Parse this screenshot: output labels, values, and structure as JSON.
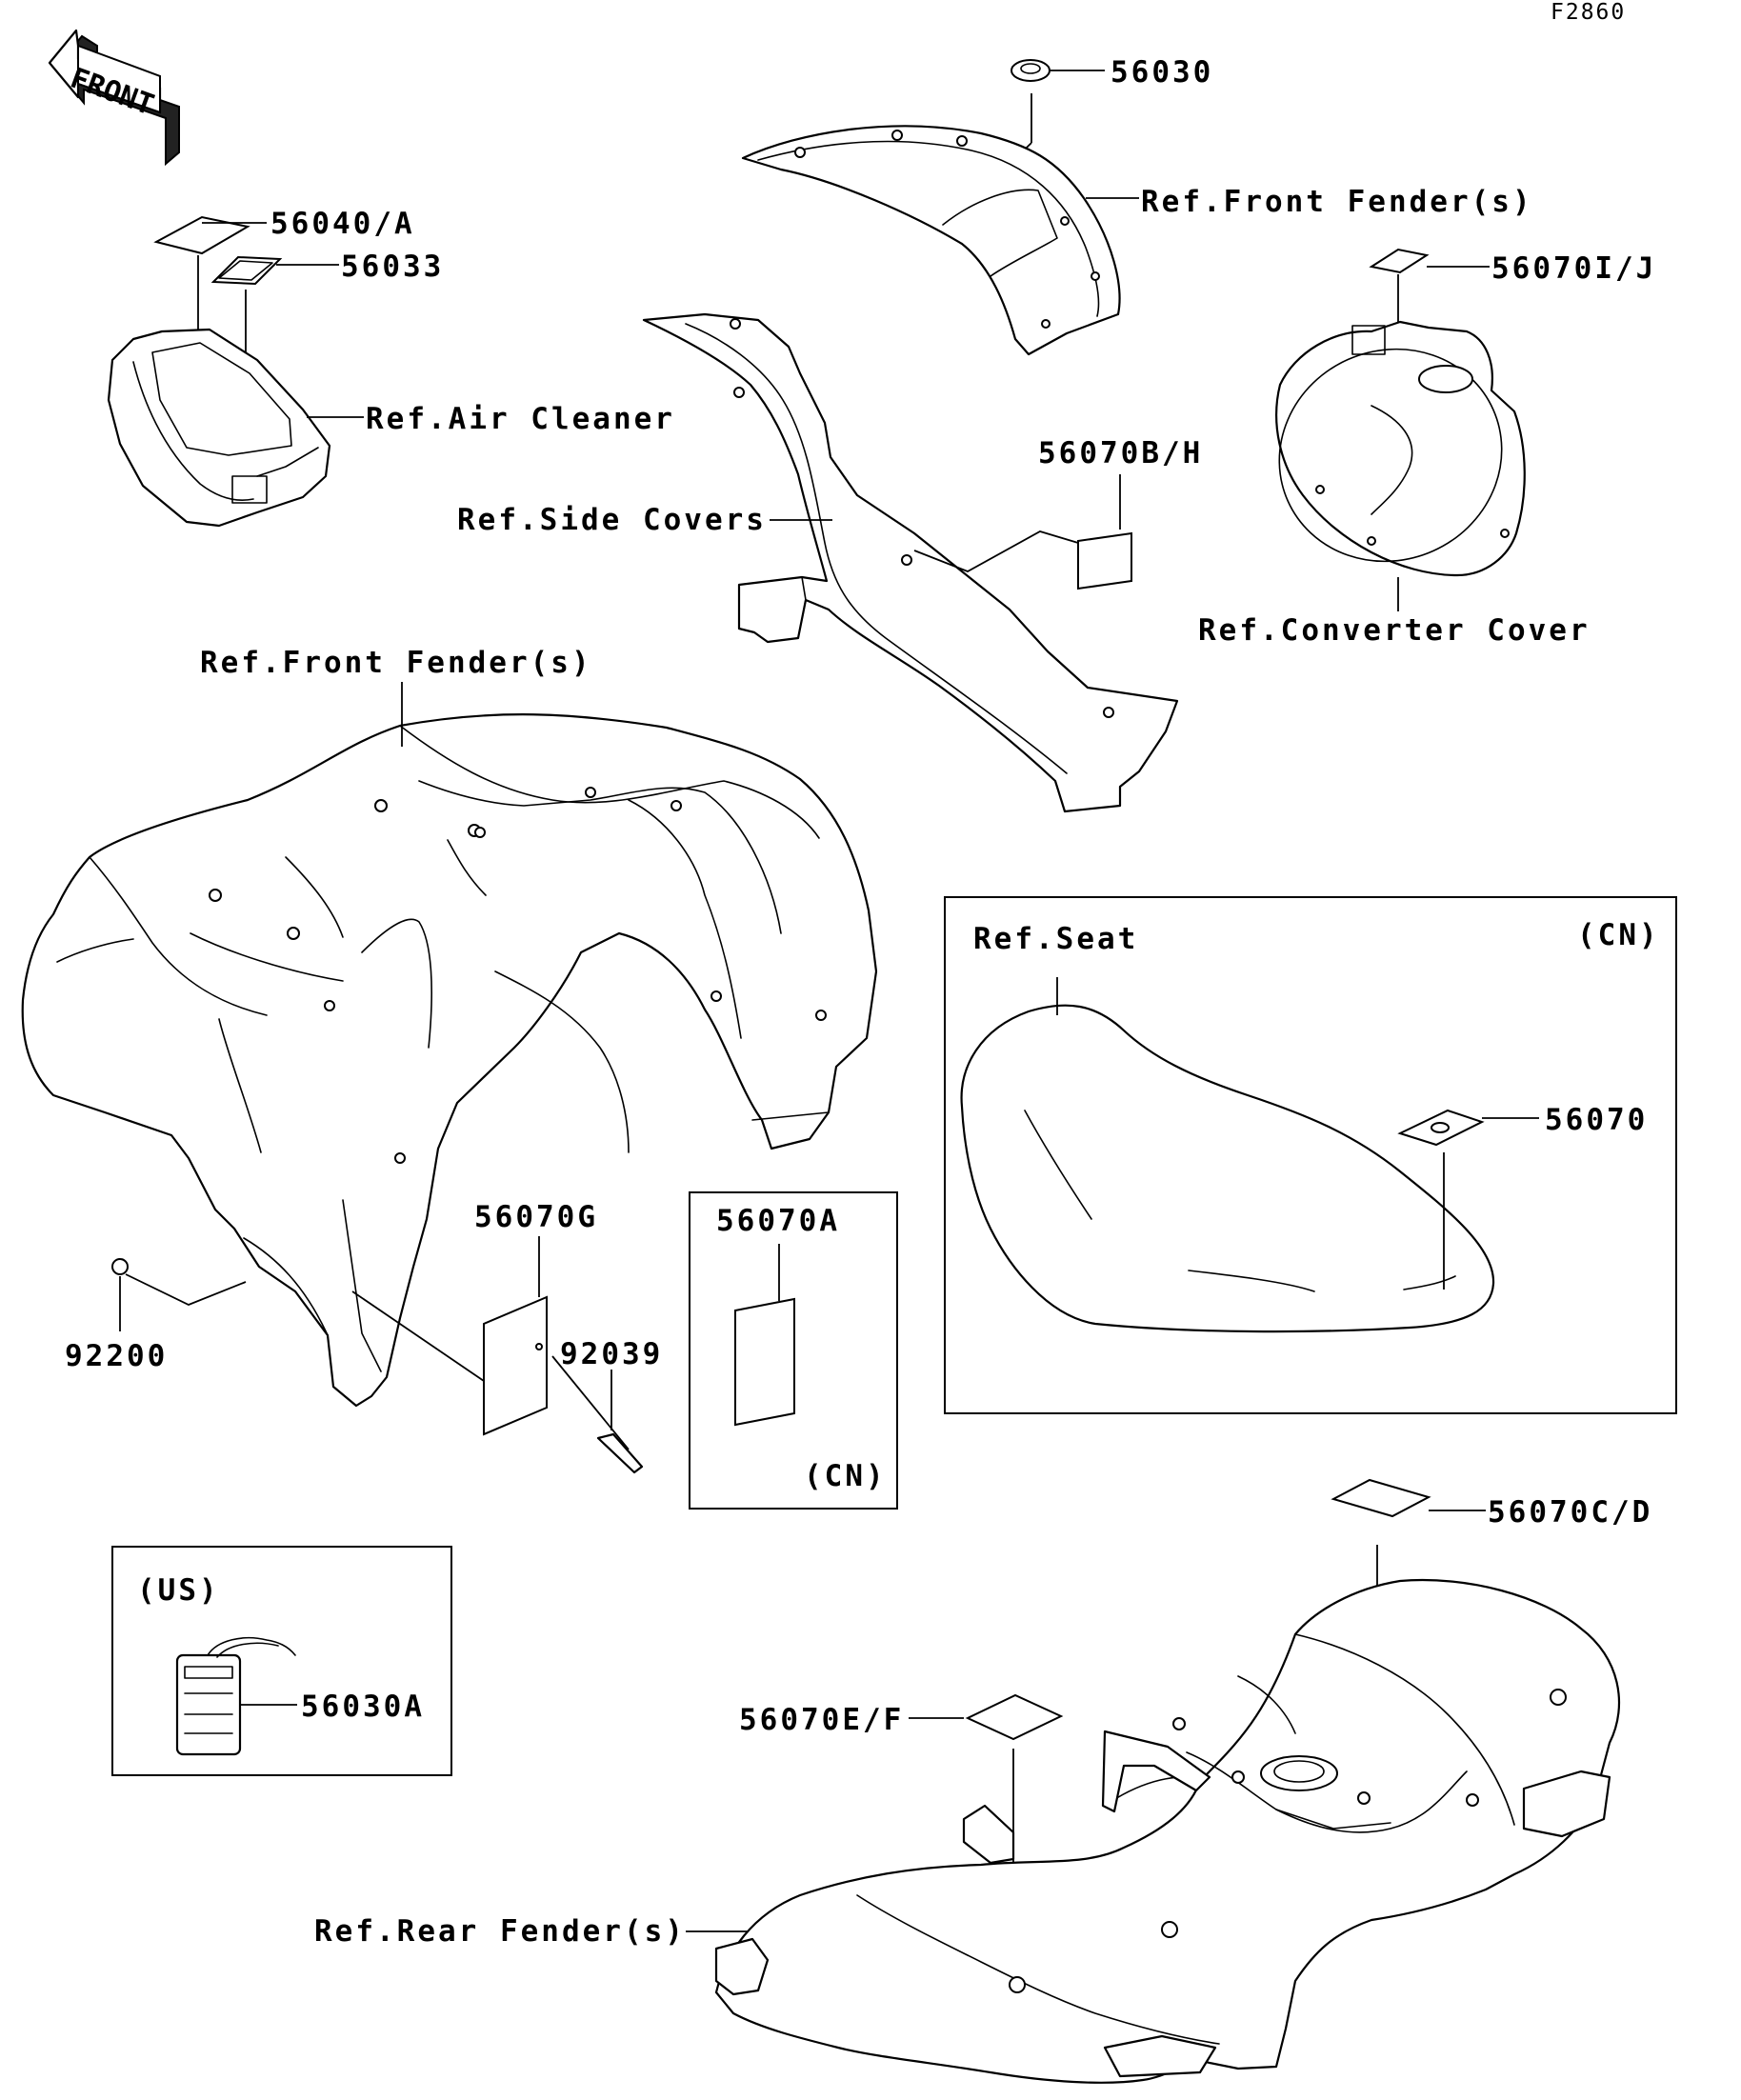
{
  "figure_code": "F2860",
  "front_arrow": {
    "text": "FRONT",
    "icon": "front-direction-arrow-icon"
  },
  "labels": {
    "p56030": "56030",
    "ref_front_fender_top": "Ref.Front Fender(s)",
    "p56040a": "56040/A",
    "p56033": "56033",
    "p56070ij": "56070I/J",
    "ref_air_cleaner": "Ref.Air Cleaner",
    "p56070bh": "56070B/H",
    "ref_side_covers": "Ref.Side Covers",
    "ref_converter_cover": "Ref.Converter Cover",
    "ref_front_fender_main": "Ref.Front Fender(s)",
    "ref_seat": "Ref.Seat",
    "cn_seat": "(CN)",
    "p56070": "56070",
    "p56070g": "56070G",
    "p56070a": "56070A",
    "p92039": "92039",
    "p92200": "92200",
    "cn_box": "(CN)",
    "p56070cd": "56070C/D",
    "us": "(US)",
    "p56030a": "56030A",
    "p56070ef": "56070E/F",
    "ref_rear_fender": "Ref.Rear Fender(s)"
  }
}
